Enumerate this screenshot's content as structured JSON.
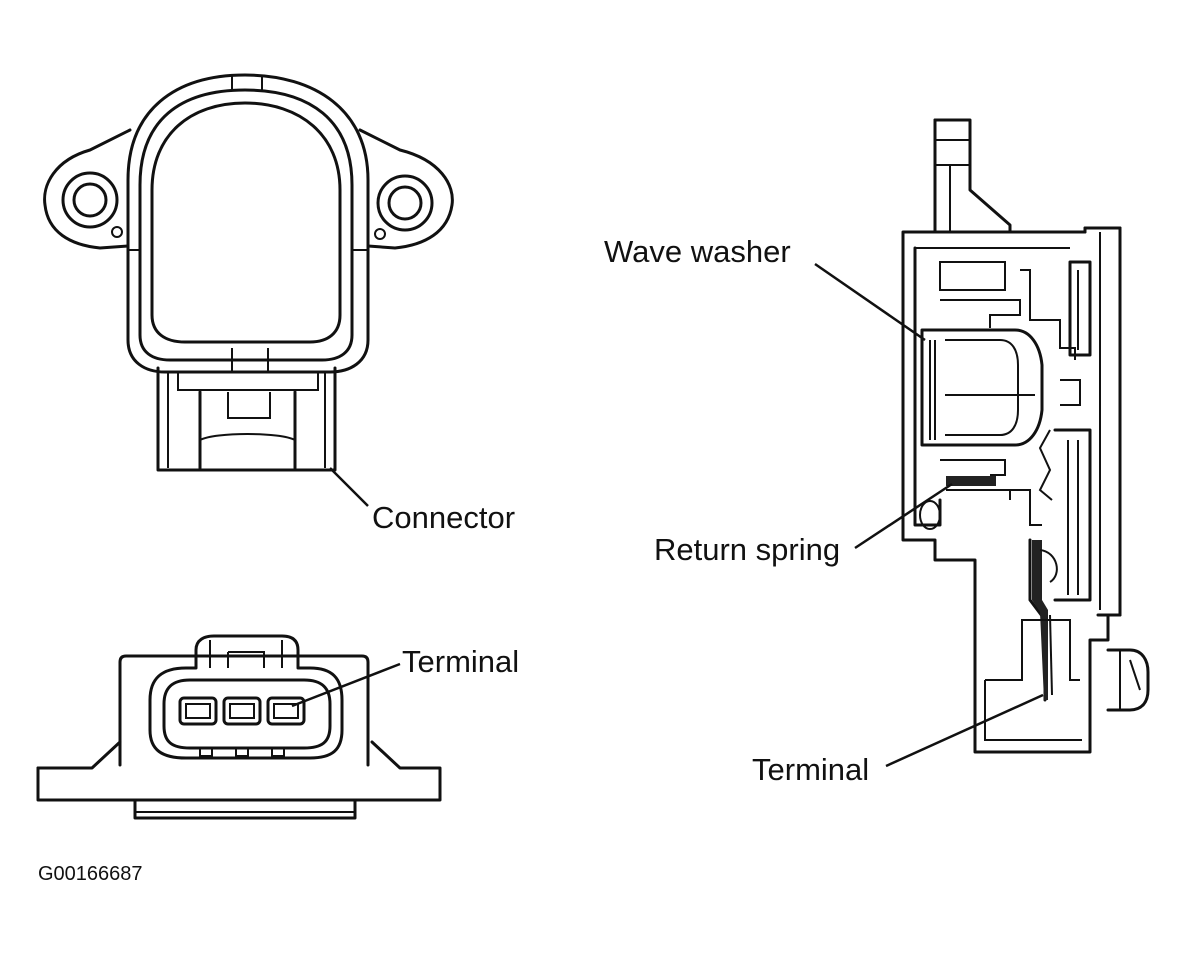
{
  "labels": {
    "connector": "Connector",
    "terminal_front": "Terminal",
    "wave_washer": "Wave  washer",
    "return_spring": "Return spring",
    "terminal_section": "Terminal",
    "figure_code": "G00166687"
  }
}
